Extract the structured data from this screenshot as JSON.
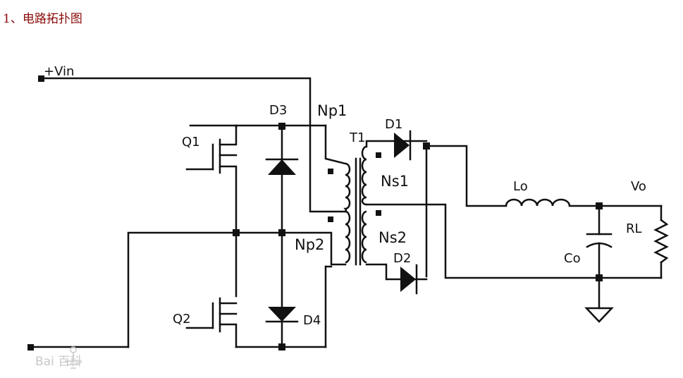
{
  "heading": "1、电路拓扑图",
  "labels": {
    "vin": "+Vin",
    "d3": "D3",
    "np1": "Np1",
    "t1": "T1",
    "d1": "D1",
    "ns1": "Ns1",
    "lo": "Lo",
    "vo": "Vo",
    "q1": "Q1",
    "rl": "RL",
    "np2": "Np2",
    "ns2": "Ns2",
    "d2": "D2",
    "co": "Co",
    "q2": "Q2",
    "d4": "D4"
  },
  "watermark": "Bai 百科"
}
